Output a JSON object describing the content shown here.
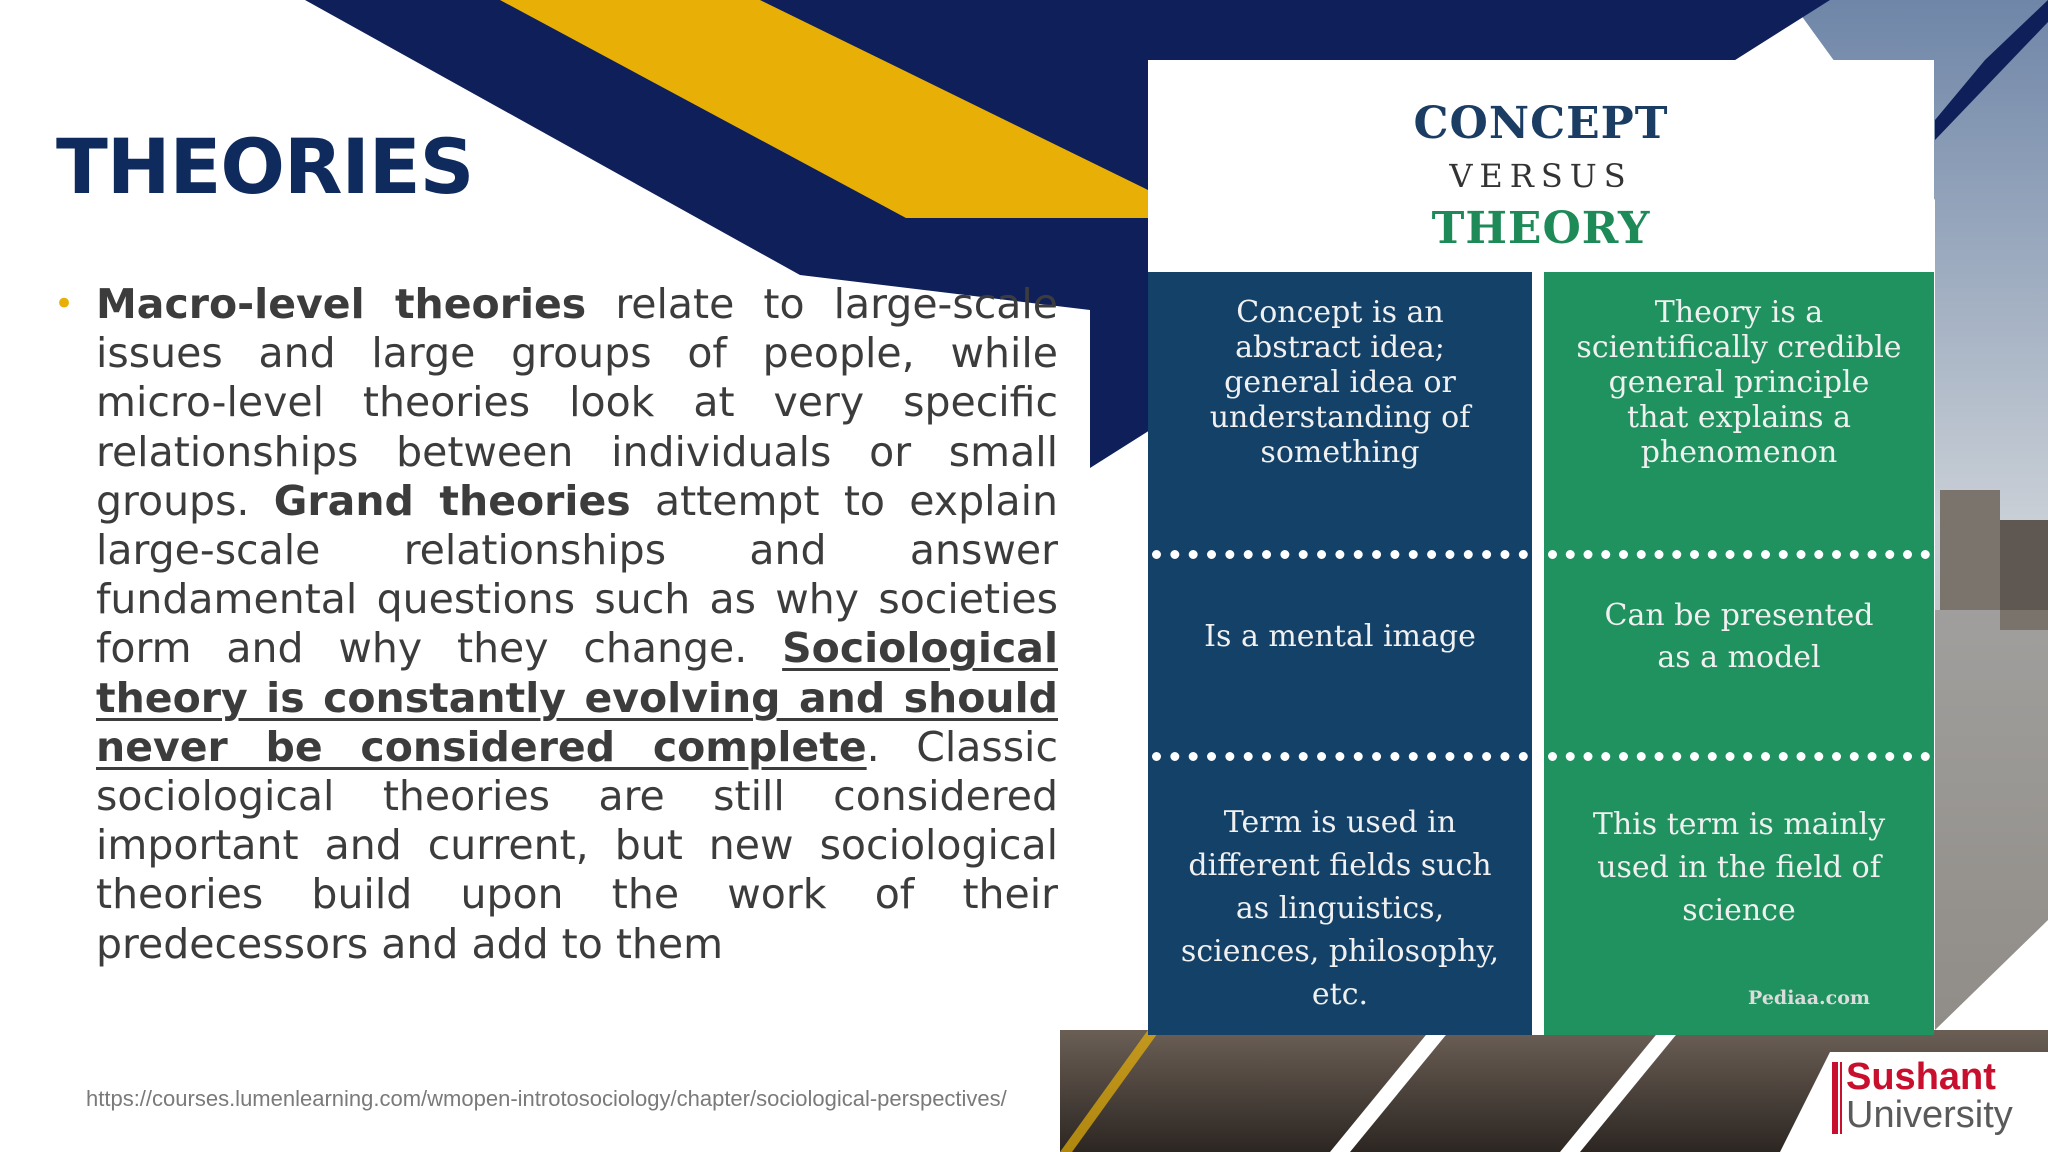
{
  "slide": {
    "title": "THEORIES",
    "body": {
      "seg1_bold": "Macro-level theories",
      "seg2": " relate to large-scale issues and large groups of people, while micro-level theories look at very specific relationships between individuals or small groups. ",
      "seg3_bold": "Grand theories",
      "seg4": " attempt to explain large-scale relationships and answer fundamental questions such as why societies form and why they change. ",
      "seg5_bold_underline": "Sociological theory is constantly evolving and should never be considered complete",
      "seg6": ". Classic sociological theories are still considered important and current, but new sociological theories build upon the work of their predecessors and add to them"
    },
    "source_url": "https://courses.lumenlearning.com/wmopen-introtosociology/chapter/sociological-perspectives/"
  },
  "infographic": {
    "heading_top": "CONCEPT",
    "heading_mid": "VERSUS",
    "heading_bottom": "THEORY",
    "concept": {
      "row1": "Concept is an\nabstract idea;\ngeneral idea or\nunderstanding of\nsomething",
      "row2": "Is a mental image",
      "row3": "Term is used in\ndifferent fields such\nas linguistics,\nsciences, philosophy,\netc."
    },
    "theory": {
      "row1": "Theory is a\nscientifically credible\ngeneral principle\nthat explains a\nphenomenon",
      "row2": "Can be presented\nas a model",
      "row3": "This term is mainly\nused in the field of\nscience"
    },
    "credit": "Pediaa.com"
  },
  "logo": {
    "line1": "Sushant",
    "line2": "University"
  },
  "colors": {
    "navy": "#0f1f5a",
    "gold": "#e8b007",
    "concept_blue": "#134168",
    "theory_green": "#1f925f",
    "brand_red": "#c8102e"
  }
}
